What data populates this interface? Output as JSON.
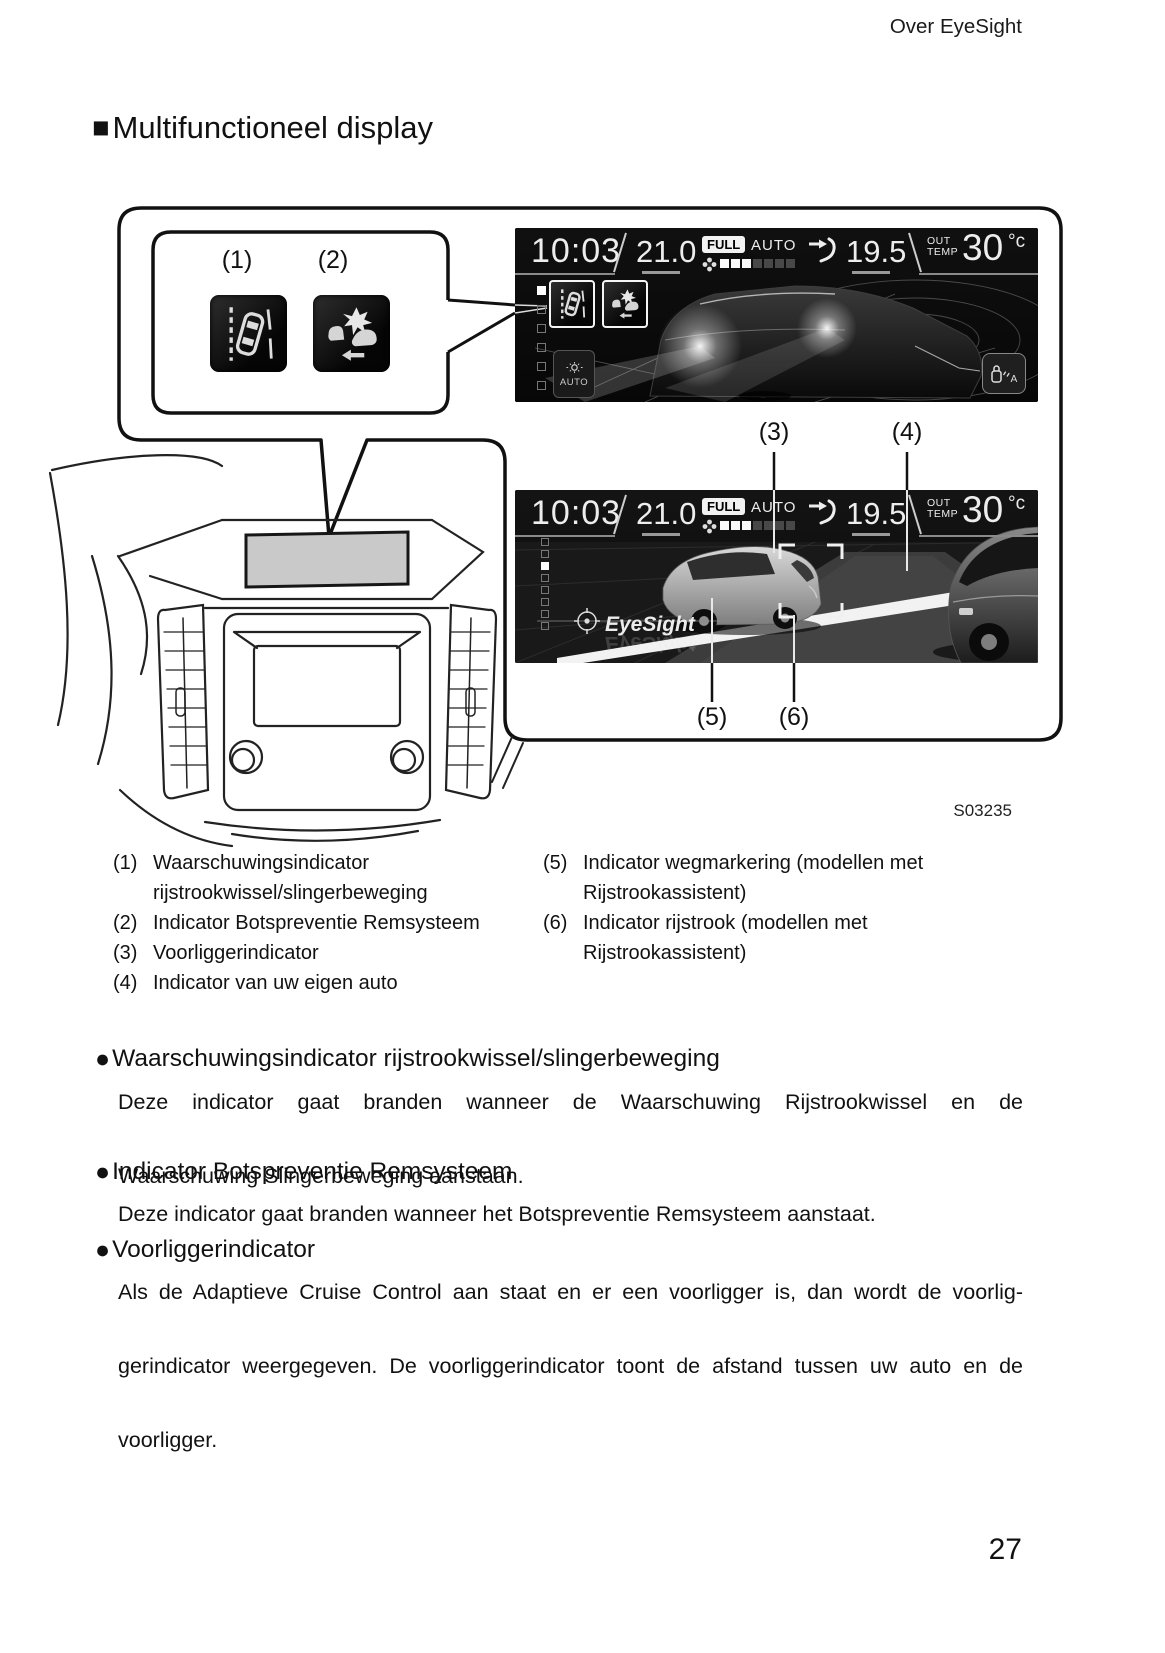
{
  "page": {
    "header": "Over EyeSight",
    "number": "27",
    "bullet_char": "●",
    "square_char": "■"
  },
  "section_title": "Multifunctioneel display",
  "figure": {
    "code": "S03235",
    "callouts": {
      "c1": "(1)",
      "c2": "(2)",
      "c3": "(3)",
      "c4": "(4)",
      "c5": "(5)",
      "c6": "(6)"
    },
    "display1": {
      "clock": "10:03",
      "cabin_temp": "21.0",
      "full_badge": "FULL",
      "auto_label": "AUTO",
      "seat_temp": "19.5",
      "out_label": "OUT",
      "temp_label": "TEMP",
      "outside_temp": "30",
      "temp_unit": "°c",
      "light_auto_label": "AUTO",
      "lock_auto_letter": "A"
    },
    "display2": {
      "clock": "10:03",
      "cabin_temp": "21.0",
      "full_badge": "FULL",
      "auto_label": "AUTO",
      "seat_temp": "19.5",
      "out_label": "OUT",
      "temp_label": "TEMP",
      "outside_temp": "30",
      "temp_unit": "°c",
      "eyesight_logo": "EyeSight"
    },
    "colors": {
      "display_bg": "#0c0c0c",
      "display_frame_gray": "#c9c9c9",
      "highlight_white": "#f5f5f5"
    }
  },
  "legend": {
    "left": [
      {
        "num": "(1)",
        "line1": "Waarschuwingsindicator",
        "line2": "rijstrookwissel/slingerbeweging"
      },
      {
        "num": "(2)",
        "line1": "Indicator Botspreventie Remsysteem"
      },
      {
        "num": "(3)",
        "line1": "Voorliggerindicator"
      },
      {
        "num": "(4)",
        "line1": "Indicator van uw eigen auto"
      }
    ],
    "right": [
      {
        "num": "(5)",
        "line1": "Indicator wegmarkering (modellen met",
        "line2": "Rijstrookassistent)"
      },
      {
        "num": "(6)",
        "line1": "Indicator rijstrook (modellen met",
        "line2": "Rijstrookassistent)"
      }
    ]
  },
  "sections": [
    {
      "heading": "Waarschuwingsindicator rijstrookwissel/slingerbeweging",
      "line1": "Deze indicator gaat branden wanneer de Waarschuwing Rijstrookwissel en de",
      "line2": "Waarschuwing Slingerbeweging aanstaan."
    },
    {
      "heading": "Indicator Botspreventie Remsysteem",
      "line1": "Deze indicator gaat branden wanneer het Botspreventie Remsysteem aanstaat."
    },
    {
      "heading": "Voorliggerindicator",
      "line1": "Als de Adaptieve Cruise Control aan staat en er een voorligger is, dan wordt de voorlig-",
      "line2": "gerindicator weergegeven. De voorliggerindicator toont de afstand tussen uw auto en de",
      "line3": "voorligger."
    }
  ]
}
